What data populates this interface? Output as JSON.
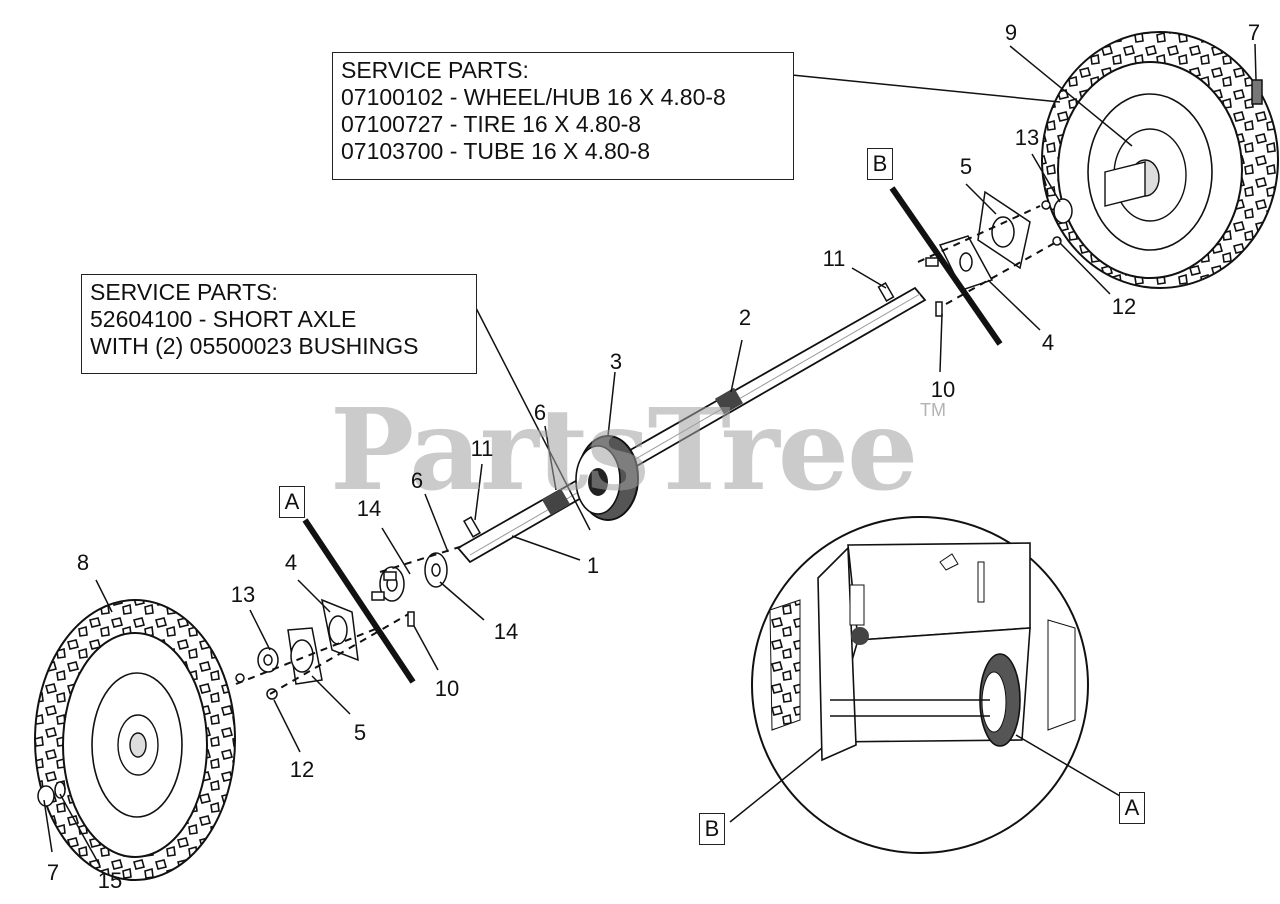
{
  "callouts": {
    "wheel_parts": {
      "heading": "SERVICE PARTS:",
      "lines": [
        "07100102 - WHEEL/HUB 16 X 4.80-8",
        "07100727 - TIRE 16 X 4.80-8",
        "07103700 - TUBE 16 X 4.80-8"
      ]
    },
    "axle_parts": {
      "heading": "SERVICE PARTS:",
      "lines": [
        "52604100 - SHORT AXLE",
        "WITH (2) 05500023 BUSHINGS"
      ]
    }
  },
  "watermark": {
    "text": "PartsTree",
    "tm": "TM"
  },
  "section_labels": {
    "a": "A",
    "b": "B"
  },
  "part_numbers": {
    "p1": "1",
    "p2": "2",
    "p3": "3",
    "p4": "4",
    "p5": "5",
    "p6": "6",
    "p7": "7",
    "p8": "8",
    "p9": "9",
    "p10": "10",
    "p11": "11",
    "p12": "12",
    "p13": "13",
    "p14": "14",
    "p15": "15"
  }
}
